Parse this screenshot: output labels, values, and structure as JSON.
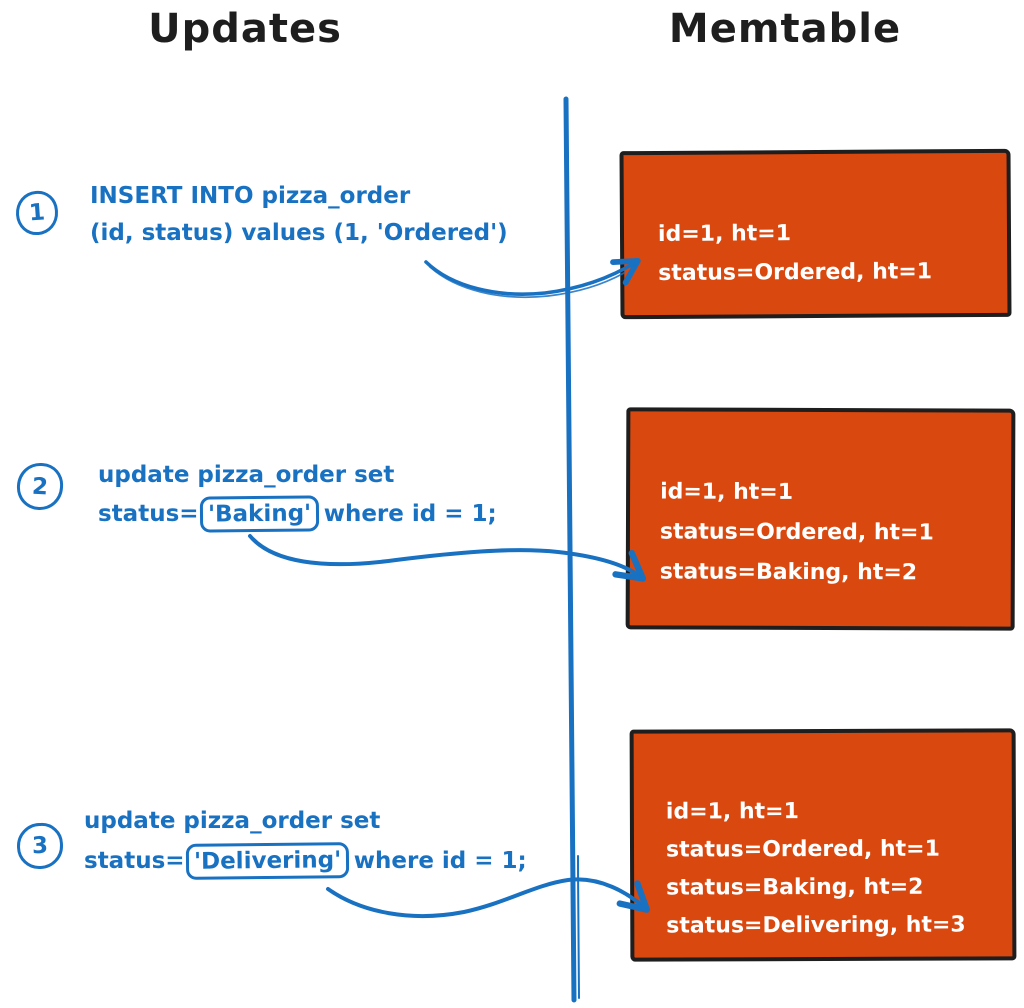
{
  "header": {
    "left_title": "Updates",
    "right_title": "Memtable"
  },
  "colors": {
    "ink_black": "#1e1e1e",
    "stroke_blue": "#1971c2",
    "memtable_orange": "#d9480f",
    "memtable_text": "#ffffff"
  },
  "steps": [
    {
      "number": "1",
      "line1": "INSERT INTO pizza_order",
      "line2": "(id, status) values (1, 'Ordered')"
    },
    {
      "number": "2",
      "line1": "update pizza_order set",
      "line2_pre": "status=",
      "line2_highlight": "'Baking'",
      "line2_post": "where id = 1;"
    },
    {
      "number": "3",
      "line1": "update pizza_order set",
      "line2_pre": "status=",
      "line2_highlight": "'Delivering'",
      "line2_post": "where id = 1;"
    }
  ],
  "memtables": [
    {
      "lines": [
        "id=1, ht=1",
        "status=Ordered, ht=1"
      ]
    },
    {
      "lines": [
        "id=1, ht=1",
        "status=Ordered, ht=1",
        "status=Baking, ht=2"
      ]
    },
    {
      "lines": [
        "id=1, ht=1",
        "status=Ordered, ht=1",
        "status=Baking, ht=2",
        "status=Delivering, ht=3"
      ]
    }
  ]
}
